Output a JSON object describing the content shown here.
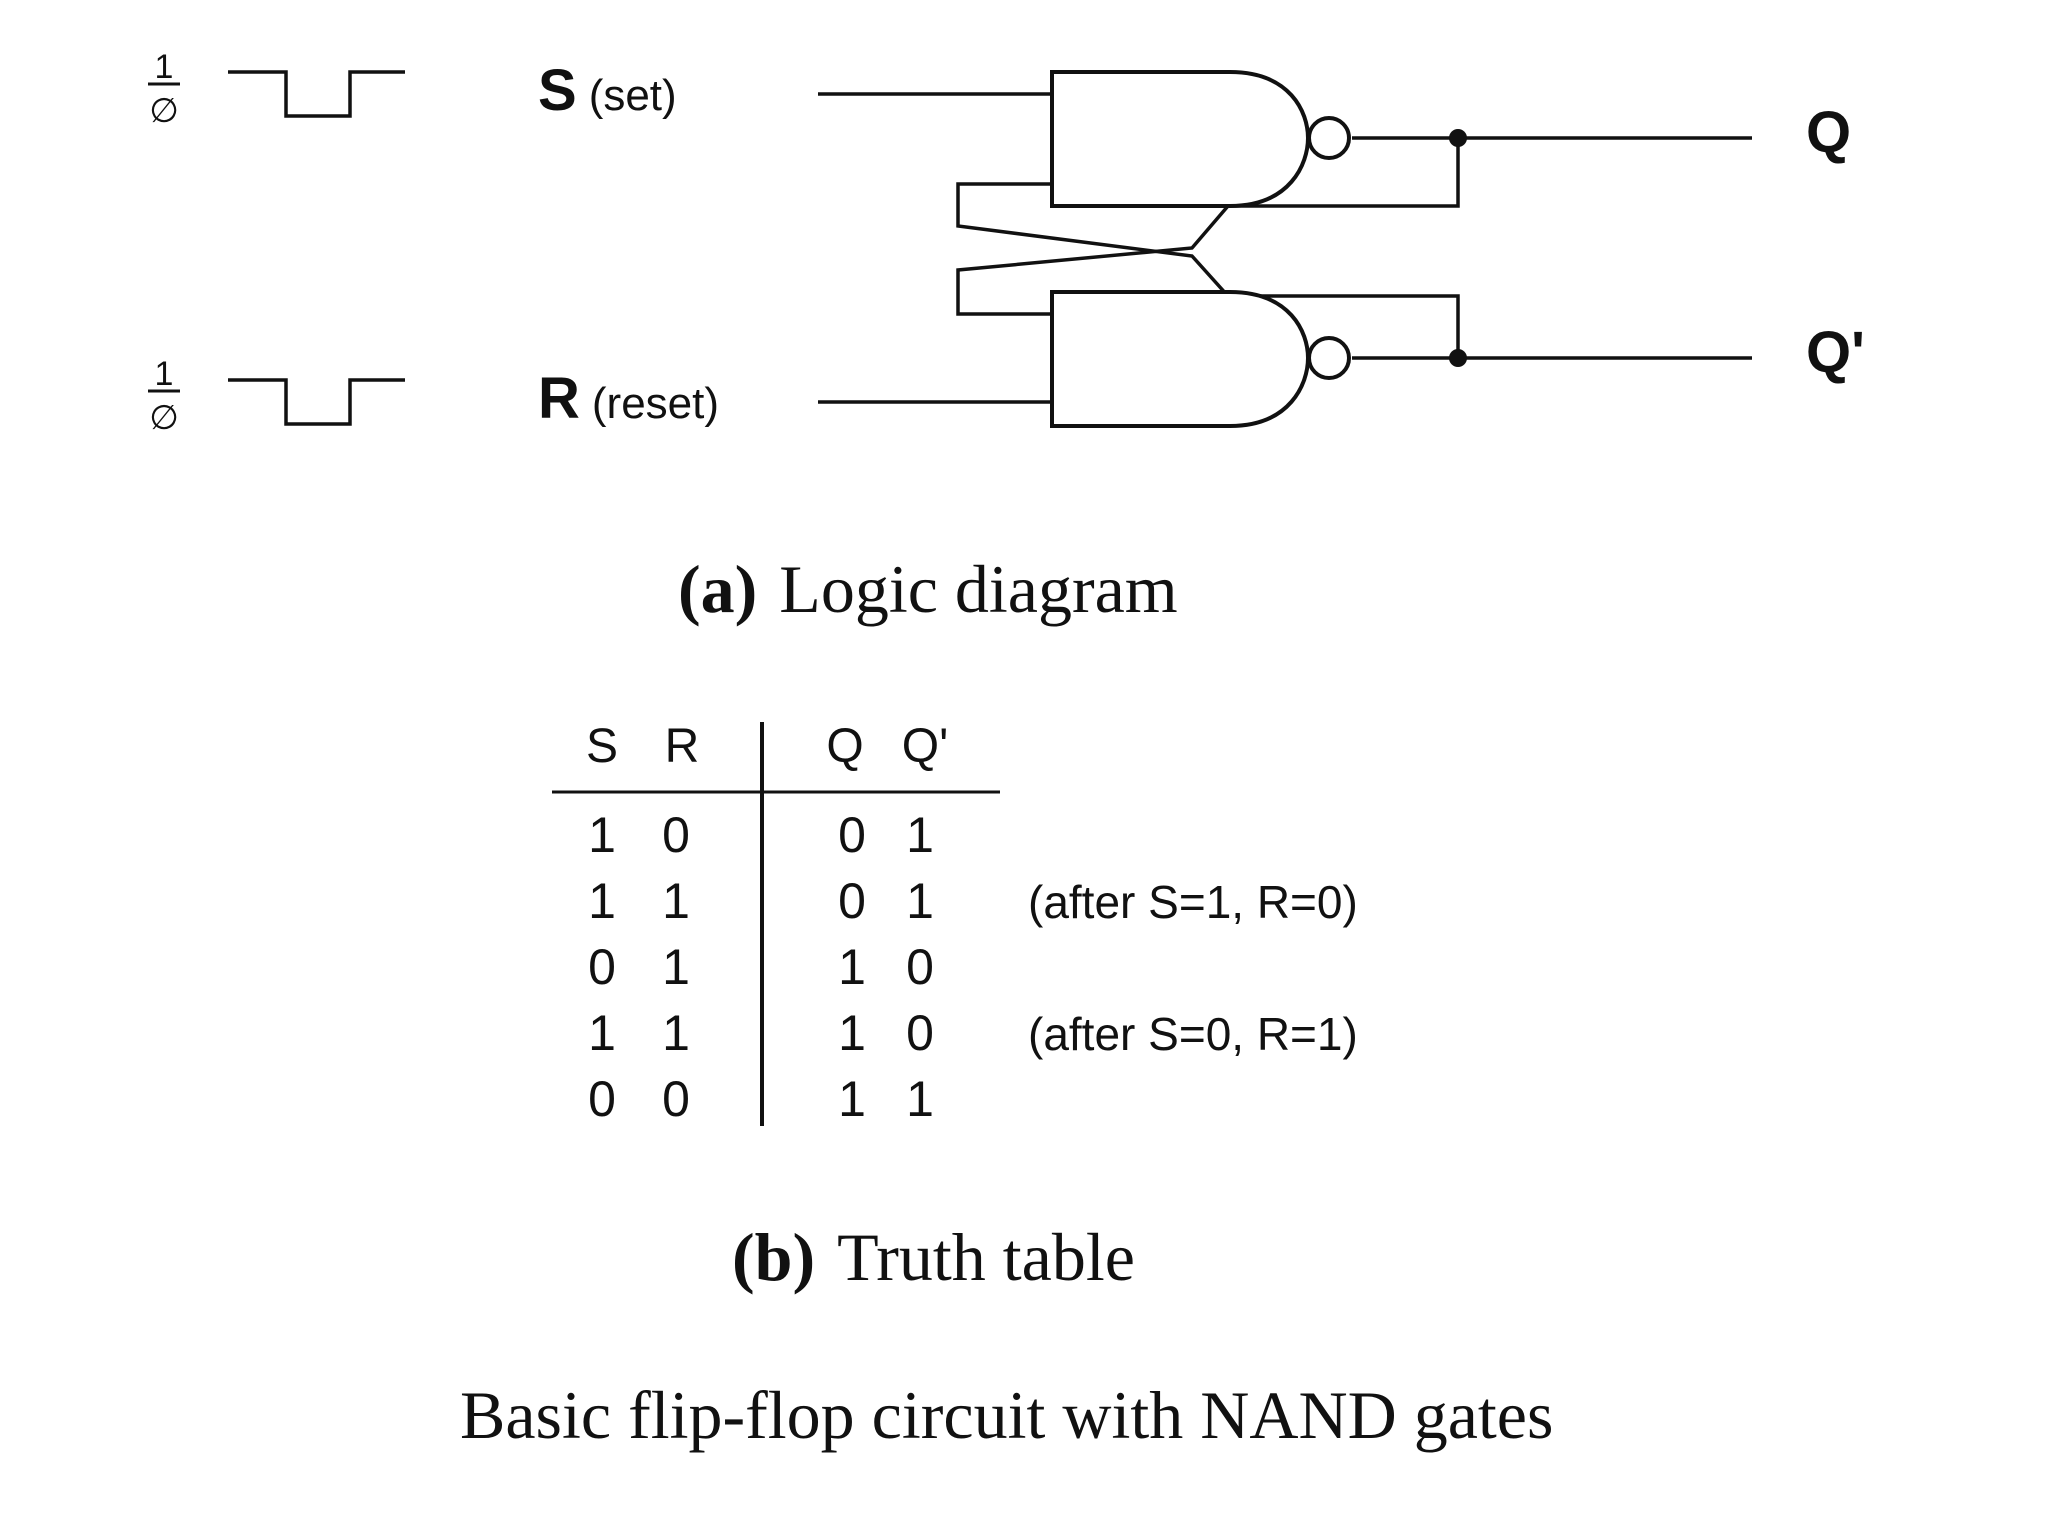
{
  "logic_diagram": {
    "inputs": [
      {
        "letter": "S",
        "word": "(set)",
        "level_high": "1",
        "level_low": "∅"
      },
      {
        "letter": "R",
        "word": "(reset)",
        "level_high": "1",
        "level_low": "∅"
      }
    ],
    "outputs": [
      "Q",
      "Q'"
    ],
    "caption_prefix": "(a)",
    "caption_text": "Logic diagram"
  },
  "truth_table": {
    "headers": [
      "S",
      "R",
      "Q",
      "Q'"
    ],
    "rows": [
      {
        "S": "1",
        "R": "0",
        "Q": "0",
        "Qp": "1",
        "note": ""
      },
      {
        "S": "1",
        "R": "1",
        "Q": "0",
        "Qp": "1",
        "note": "(after S=1, R=0)"
      },
      {
        "S": "0",
        "R": "1",
        "Q": "1",
        "Qp": "0",
        "note": ""
      },
      {
        "S": "1",
        "R": "1",
        "Q": "1",
        "Qp": "0",
        "note": "(after S=0, R=1)"
      },
      {
        "S": "0",
        "R": "0",
        "Q": "1",
        "Qp": "1",
        "note": ""
      }
    ],
    "caption_prefix": "(b)",
    "caption_text": "Truth table"
  },
  "footer_caption": "Basic flip-flop circuit with NAND gates"
}
